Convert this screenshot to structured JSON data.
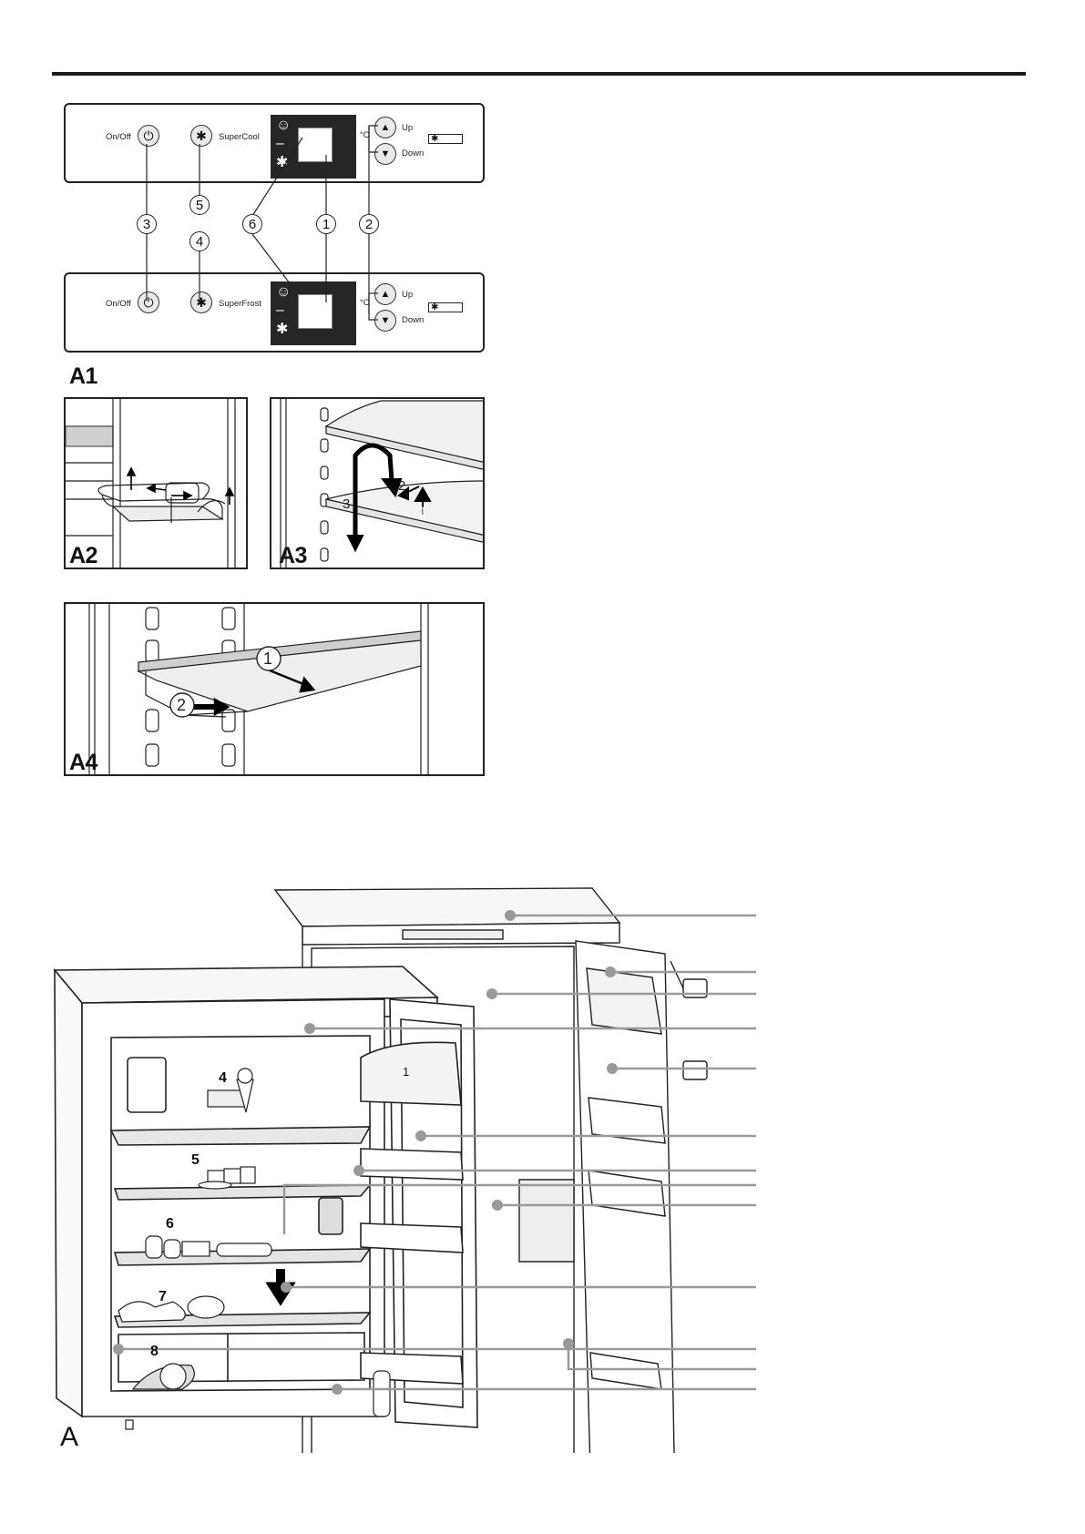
{
  "panel_top": {
    "onoff_label": "On/Off",
    "super_label": "SuperCool",
    "unit_label": "°C",
    "up_label": "Up",
    "down_label": "Down"
  },
  "panel_bottom": {
    "onoff_label": "On/Off",
    "super_label": "SuperFrost",
    "unit_label": "°C",
    "up_label": "Up",
    "down_label": "Down"
  },
  "callouts": {
    "c1": "1",
    "c2": "2",
    "c3": "3",
    "c4": "4",
    "c5": "5",
    "c6": "6"
  },
  "figure_labels": {
    "a1": "A1",
    "a2": "A2",
    "a3": "A3",
    "a4": "A4",
    "a": "A"
  },
  "a3_steps": {
    "s1": "1",
    "s2": "2",
    "s3": "3"
  },
  "a4_steps": {
    "s1": "1",
    "s2": "2"
  },
  "fridge_numbers": {
    "n1": "1",
    "n4": "4",
    "n5": "5",
    "n6": "6",
    "n7": "7",
    "n8": "8"
  },
  "icons": {
    "power": "power-icon",
    "snowflake": "snowflake-icon",
    "up": "up-triangle-icon",
    "down": "down-triangle-icon",
    "smiley": "smiley-icon"
  },
  "colors": {
    "outline": "#222222",
    "display": "#262626",
    "leader_line": "#9a9a9a",
    "shelf_fill": "#e4e4e4"
  }
}
